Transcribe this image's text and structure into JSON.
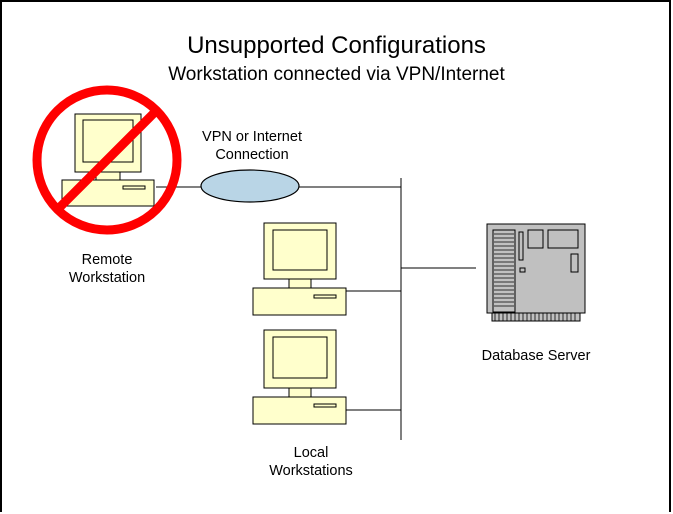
{
  "title": "Unsupported Configurations",
  "subtitle": "Workstation connected via VPN/Internet",
  "vpn_label": {
    "line1": "VPN or Internet",
    "line2": "Connection"
  },
  "remote_label": {
    "line1": "Remote",
    "line2": "Workstation"
  },
  "local_label": {
    "line1": "Local",
    "line2": "Workstations"
  },
  "server_label": "Database Server",
  "colors": {
    "monitor_fill": "#ffffcc",
    "cloud_fill": "#b9d5e6",
    "server_fill": "#c0c0c0",
    "prohibit_red": "#ff0000"
  }
}
